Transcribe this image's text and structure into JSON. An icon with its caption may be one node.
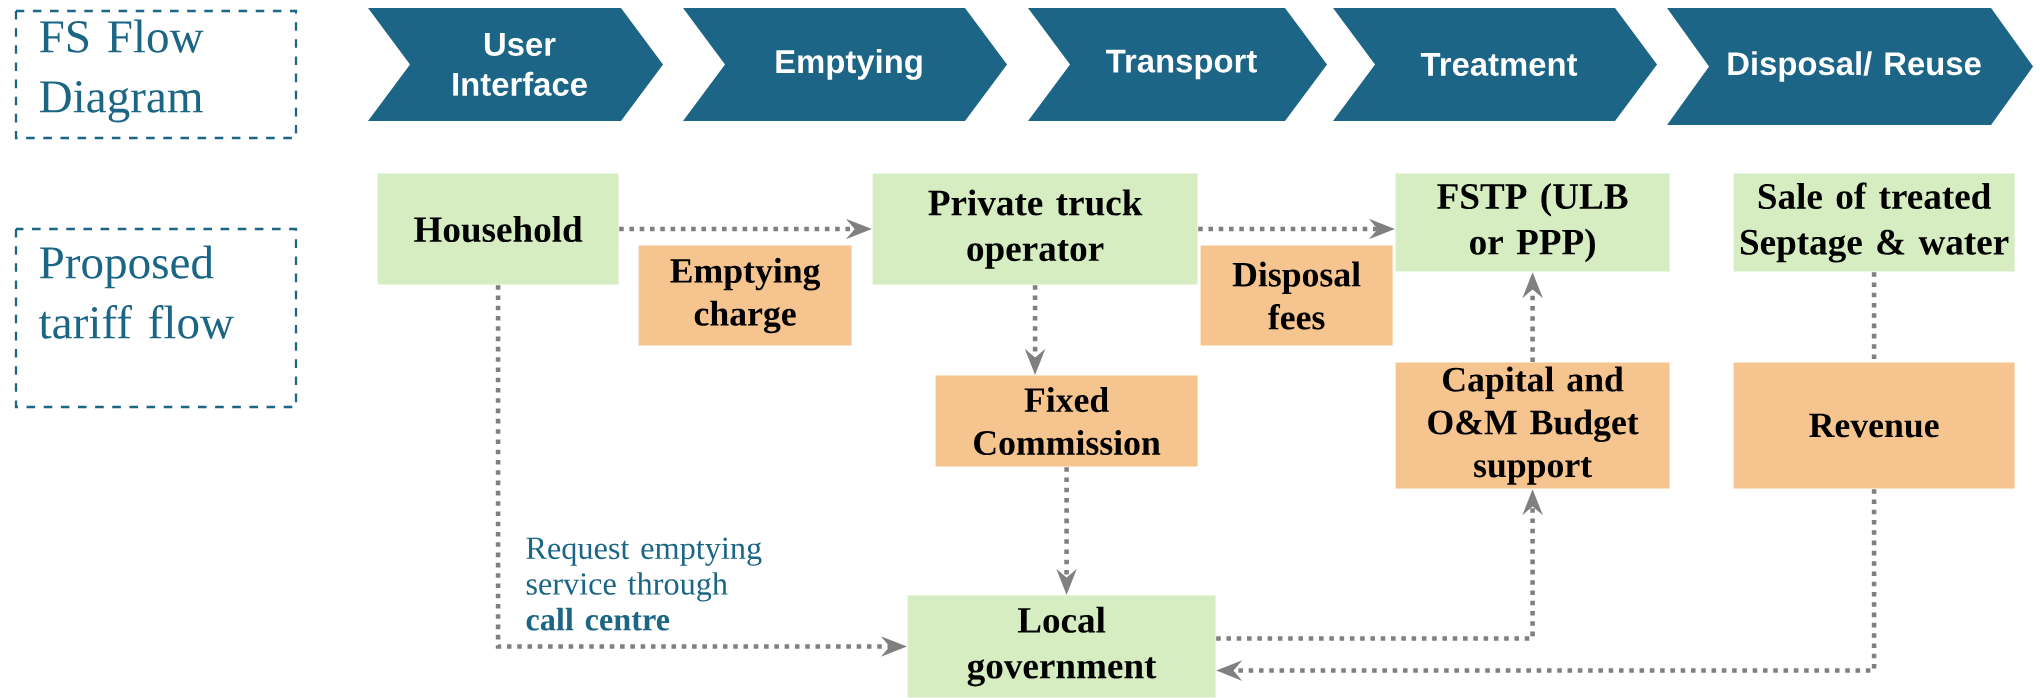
{
  "diagram": {
    "nodes": [
      {
        "text": [
          "FS Flow Diagram"
        ]
      },
      {
        "text": [
          "Proposed tariff flow"
        ]
      },
      {
        "text": [
          "User Interface"
        ]
      },
      {
        "text": [
          "Emptying"
        ]
      },
      {
        "text": [
          "Transport"
        ]
      },
      {
        "text": [
          "Treatment"
        ]
      },
      {
        "text": [
          "Disposal/ Reuse"
        ]
      },
      {
        "text": [
          "Household"
        ]
      },
      {
        "text": [
          "Private truck operator"
        ]
      },
      {
        "text": [
          "FSTP (ULB or PPP)"
        ]
      },
      {
        "text": [
          "Sale of treated Septage & water"
        ]
      },
      {
        "text": [
          "Emptying charge"
        ]
      },
      {
        "text": [
          "Disposal fees"
        ]
      },
      {
        "text": [
          "Fixed Commission"
        ]
      },
      {
        "text": [
          "Capital and O&M Budget support"
        ]
      },
      {
        "text": [
          "Revenue"
        ]
      },
      {
        "text": [
          "Local government"
        ]
      }
    ],
    "edges": [
      {
        "from": 7,
        "to": 8,
        "arrow": "to"
      },
      {
        "from": 8,
        "to": 9,
        "arrow": "to"
      },
      {
        "from": 8,
        "to": 13,
        "arrow": "to"
      },
      {
        "from": 13,
        "to": 16,
        "arrow": "to"
      },
      {
        "from": 7,
        "to": 16,
        "arrow": "to",
        "label": "Request emptying service through **call centre**"
      },
      {
        "from": 16,
        "to": 14,
        "arrow": "to"
      },
      {
        "from": 14,
        "to": 9,
        "arrow": "to"
      },
      {
        "from": 10,
        "to": 15,
        "arrow": "none"
      },
      {
        "from": 15,
        "to": 16,
        "arrow": "to"
      }
    ]
  }
}
